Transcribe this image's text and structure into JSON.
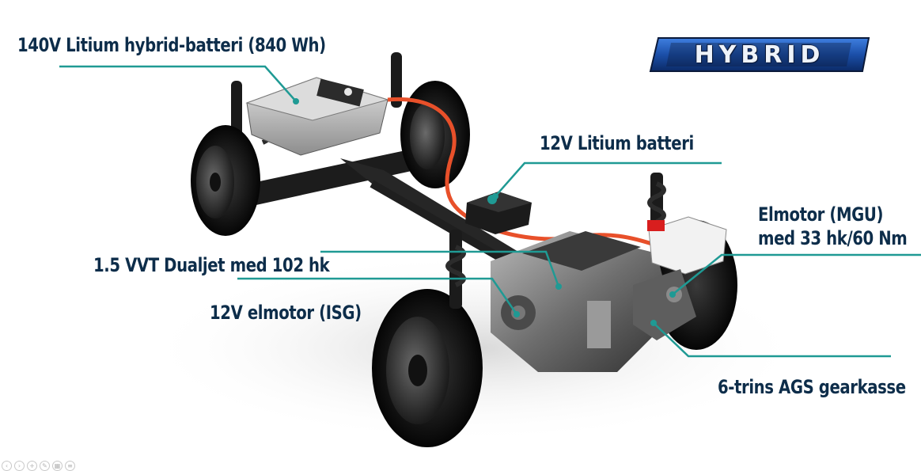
{
  "labels": {
    "battery_140v": "140V Litium hybrid-batteri (840 Wh)",
    "battery_12v": "12V Litium batteri",
    "mgu_line1": "Elmotor (MGU)",
    "mgu_line2": "med 33 hk/60 Nm",
    "engine": "1.5 VVT Dualjet med 102 hk",
    "isg": "12V elmotor (ISG)",
    "gearbox": "6-trins AGS gearkasse"
  },
  "badge": {
    "text": "HYBRID"
  },
  "colors": {
    "label_text": "#0d2d4a",
    "leader_line": "#1f9a94",
    "hv_cable": "#e8502a",
    "badge_blue": "#1b4fa8",
    "badge_dark": "#0b1a3a"
  },
  "icons": [
    "arrow-left-icon",
    "arrow-right-icon",
    "zoom-icon",
    "pen-icon",
    "grid-icon",
    "menu-icon"
  ]
}
